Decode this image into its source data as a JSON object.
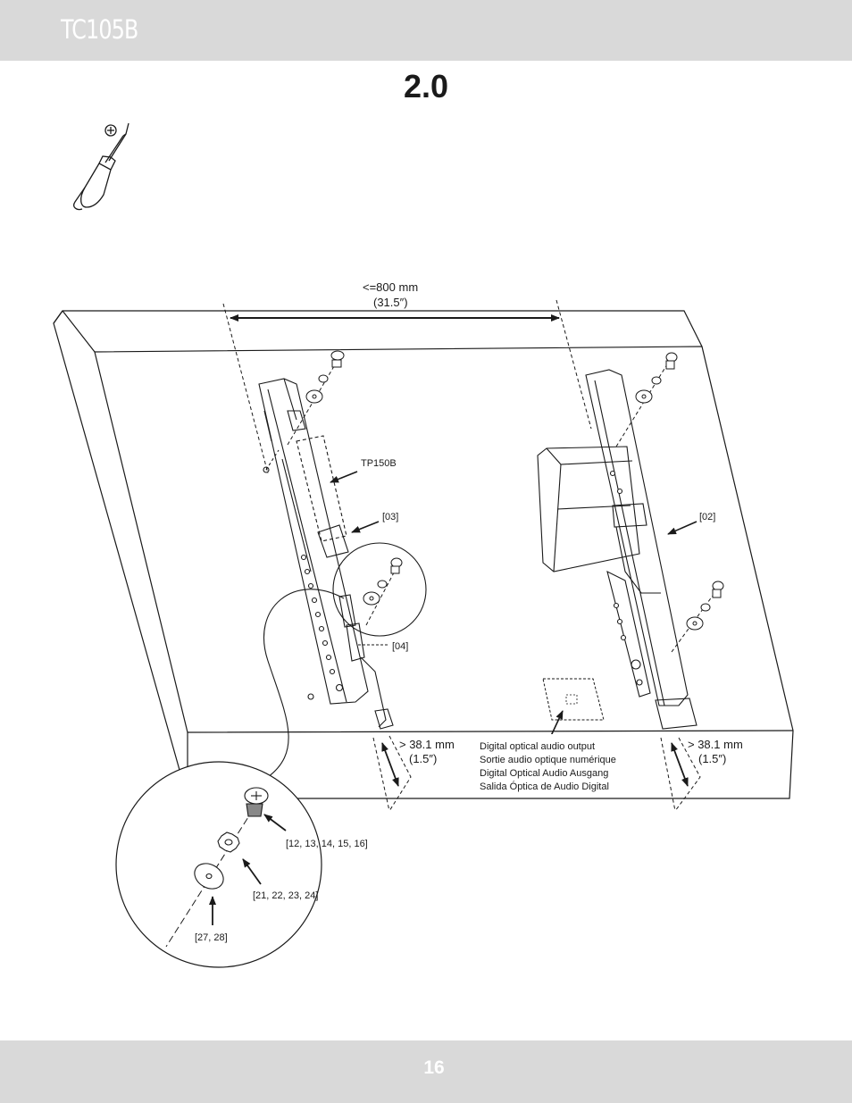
{
  "header": {
    "model": "TC105B"
  },
  "step": {
    "title": "2.0"
  },
  "diagram": {
    "width_label_mm": "<=800 mm",
    "width_label_in": "(31.5″)",
    "bracket_tp": "TP150B",
    "callout_left_bracket": "[03]",
    "callout_right_bracket": "[02]",
    "callout_detail": "[04]",
    "clearance_left_mm": "> 38.1 mm",
    "clearance_left_in": "(1.5″)",
    "clearance_right_mm": "> 38.1 mm",
    "clearance_right_in": "(1.5″)",
    "optical_audio_labels": [
      "Digital optical audio output",
      "Sortie audio optique numérique",
      "Digital Optical Audio Ausgang",
      "Salida Óptica de Audio Digital"
    ],
    "zoom_screws": "[12, 13, 14, 15, 16]",
    "zoom_lockwashers": "[21, 22, 23, 24]",
    "zoom_washers": "[27, 28]"
  },
  "footer": {
    "page_number": "16"
  }
}
